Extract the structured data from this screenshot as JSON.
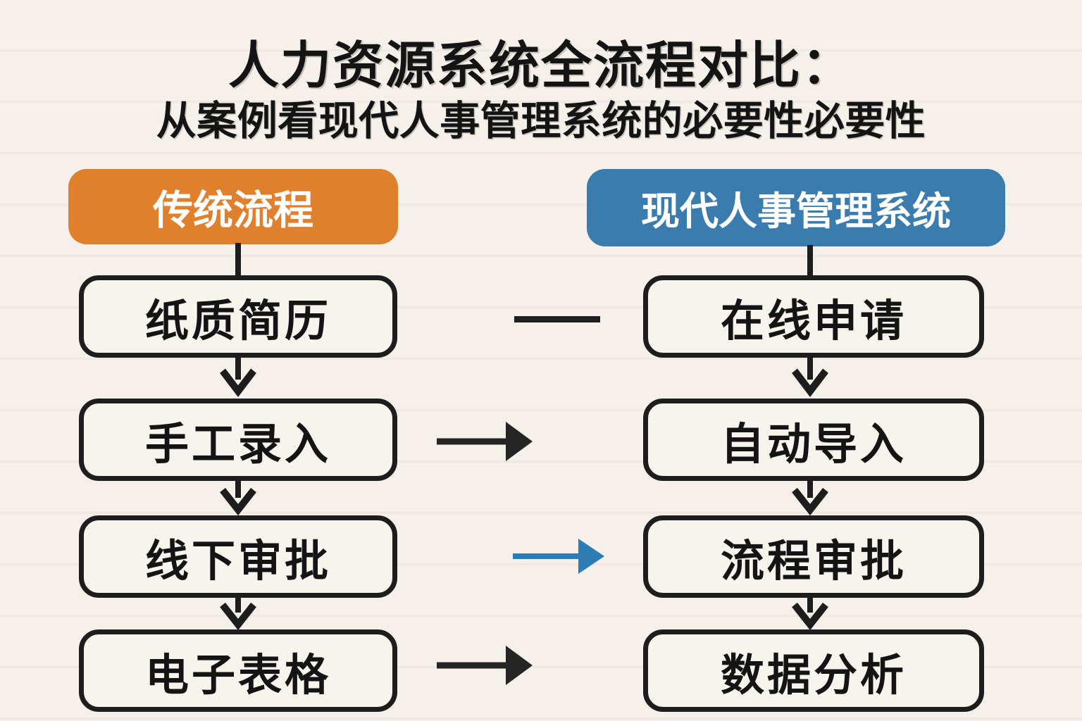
{
  "page": {
    "title": "人力资源系统全流程对比：",
    "subtitle": "从案例看现代人事管理系统的必要性必要性",
    "background": "#f5f1ea"
  },
  "left_column": {
    "header": "传统流程",
    "header_color": "#e07f2c",
    "steps": [
      "纸质简历",
      "手工录入",
      "线下审批",
      "电子表格"
    ]
  },
  "right_column": {
    "header": "现代人事管理系统",
    "header_color": "#3a7cae",
    "steps": [
      "在线申请",
      "自动导入",
      "流程审批",
      "数据分析"
    ]
  },
  "cross_links": [
    {
      "row": 1,
      "type": "plain-line",
      "color": "#1f1f1f"
    },
    {
      "row": 2,
      "type": "arrow-right",
      "color": "#252525"
    },
    {
      "row": 3,
      "type": "arrow-right",
      "color": "#2e7cb5"
    },
    {
      "row": 4,
      "type": "arrow-right",
      "color": "#252525"
    }
  ],
  "colors": {
    "connector": "#1d1d1d",
    "box_border": "#1d1d1d",
    "box_fill": "#f7f4ee",
    "header_text": "#ffffff",
    "text": "#141414"
  }
}
